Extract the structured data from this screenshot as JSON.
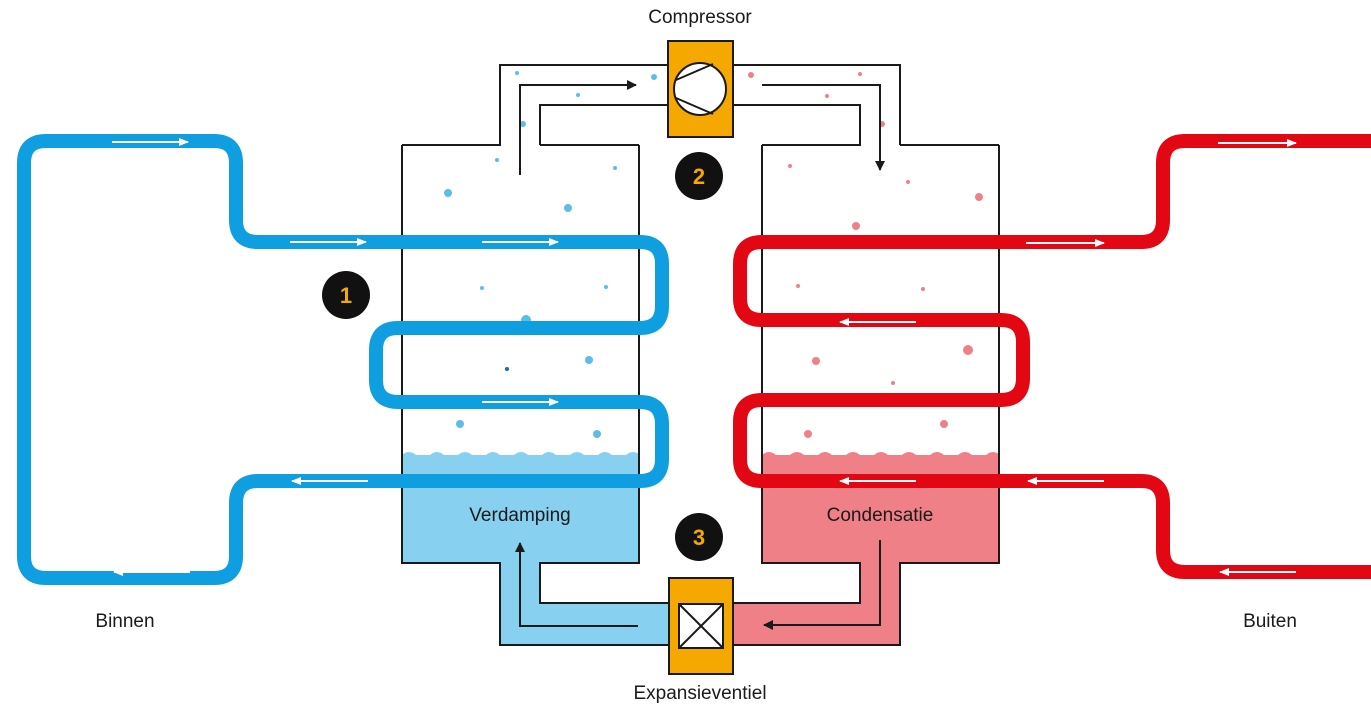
{
  "labels": {
    "compressor": "Compressor",
    "expansion_valve": "Expansieventiel",
    "evaporation": "Verdamping",
    "condensation": "Condensatie",
    "inside": "Binnen",
    "outside": "Buiten"
  },
  "steps": [
    "1",
    "2",
    "3"
  ],
  "colors": {
    "cold_loop": "#0f9ee0",
    "hot_loop": "#e30613",
    "cold_liquid": "#87d0f0",
    "hot_liquid": "#f08088",
    "component": "#f5a800",
    "outline": "#1a1a1a",
    "badge": "#111111"
  },
  "icons": {
    "compressor": "compressor-icon",
    "expansion_valve": "valve-x-icon",
    "flow": "arrow-icon"
  }
}
